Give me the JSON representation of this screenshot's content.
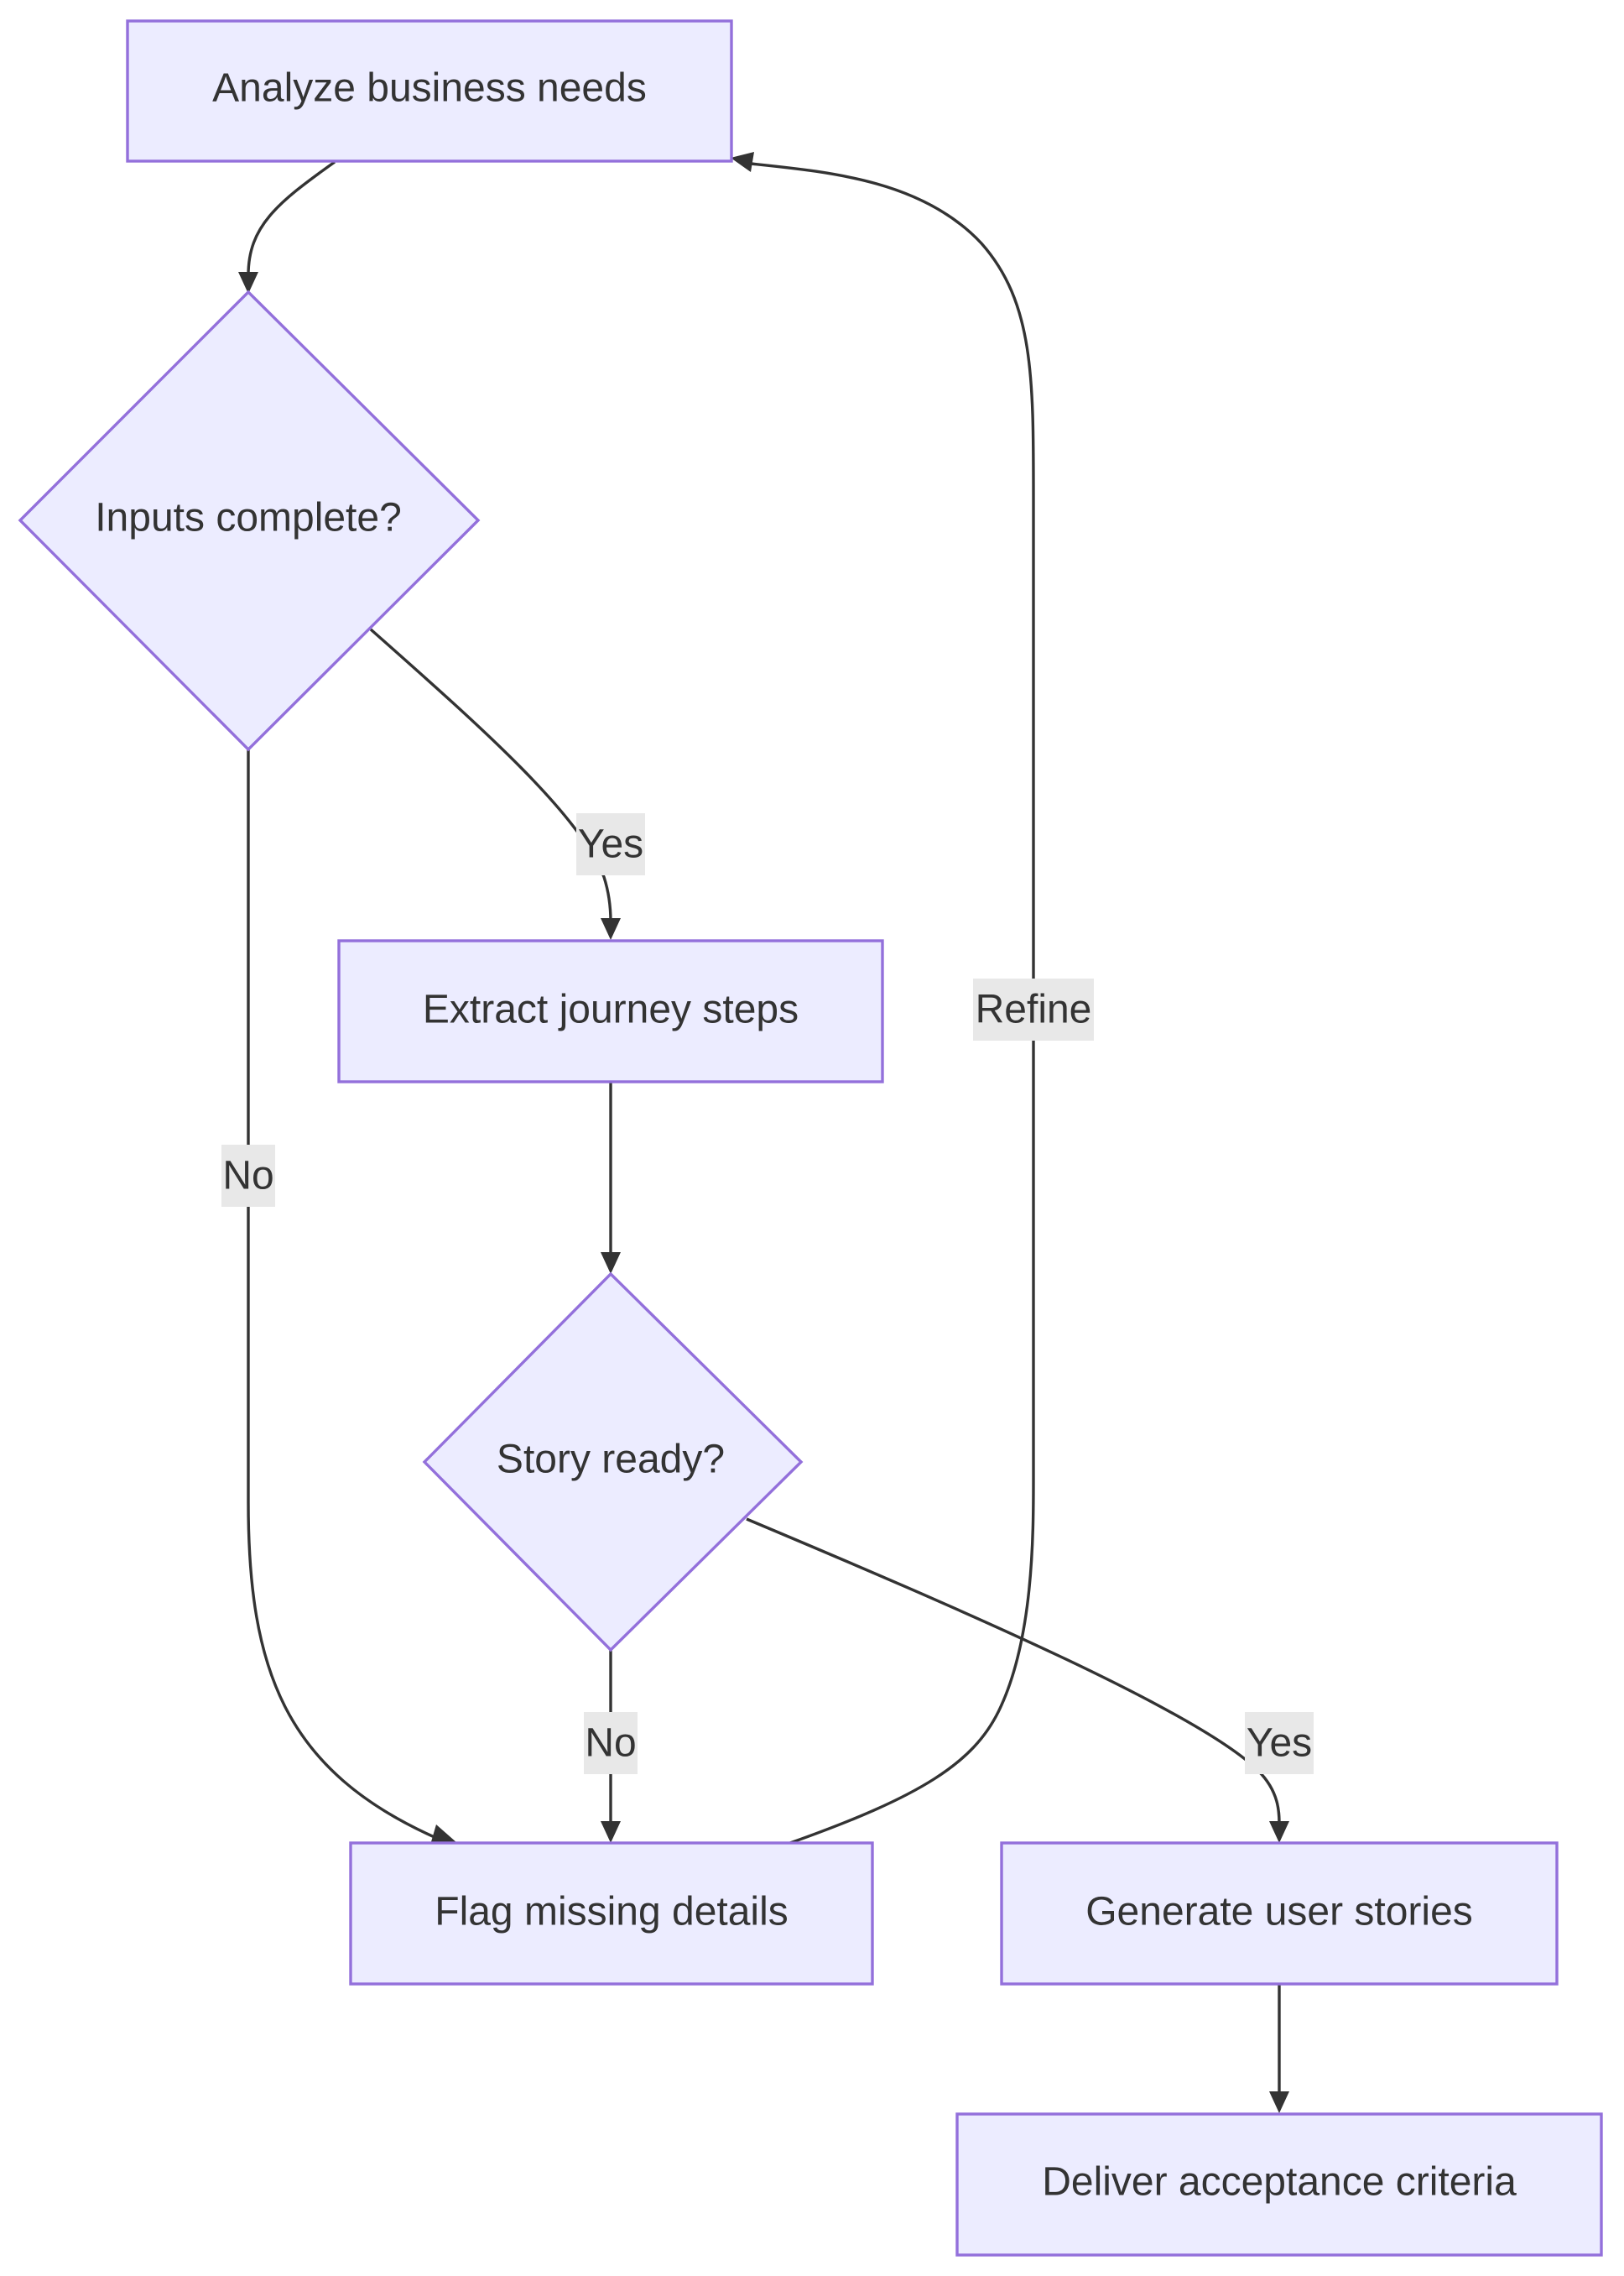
{
  "diagram": {
    "nodes": [
      {
        "id": "analyze",
        "shape": "rect",
        "label": "Analyze business needs"
      },
      {
        "id": "inputs",
        "shape": "diamond",
        "label": "Inputs complete?"
      },
      {
        "id": "extract",
        "shape": "rect",
        "label": "Extract journey steps"
      },
      {
        "id": "story",
        "shape": "diamond",
        "label": "Story ready?"
      },
      {
        "id": "flag",
        "shape": "rect",
        "label": "Flag missing details"
      },
      {
        "id": "generate",
        "shape": "rect",
        "label": "Generate user stories"
      },
      {
        "id": "deliver",
        "shape": "rect",
        "label": "Deliver acceptance criteria"
      }
    ],
    "edges": [
      {
        "id": "analyze-inputs",
        "from": "analyze",
        "to": "inputs",
        "label": ""
      },
      {
        "id": "inputs-extract",
        "from": "inputs",
        "to": "extract",
        "label": "Yes"
      },
      {
        "id": "inputs-flag",
        "from": "inputs",
        "to": "flag",
        "label": "No"
      },
      {
        "id": "extract-story",
        "from": "extract",
        "to": "story",
        "label": ""
      },
      {
        "id": "story-flag",
        "from": "story",
        "to": "flag",
        "label": "No"
      },
      {
        "id": "story-generate",
        "from": "story",
        "to": "generate",
        "label": "Yes"
      },
      {
        "id": "flag-analyze",
        "from": "flag",
        "to": "analyze",
        "label": "Refine"
      },
      {
        "id": "generate-deliver",
        "from": "generate",
        "to": "deliver",
        "label": ""
      }
    ],
    "colors": {
      "node_fill": "#ececff",
      "node_stroke": "#9370db",
      "edge": "#333333",
      "text": "#333333",
      "label_bg": "#e8e8e8"
    }
  }
}
